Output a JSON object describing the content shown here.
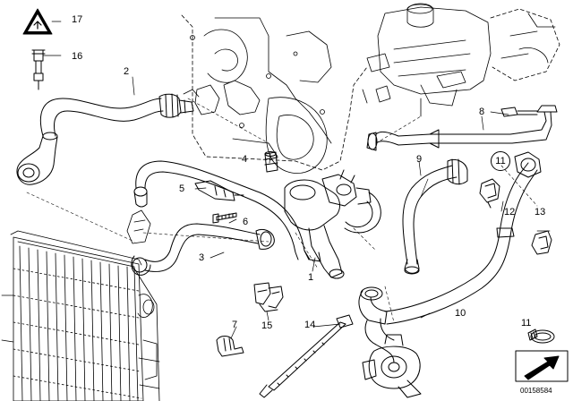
{
  "callouts": {
    "c17": "17",
    "c16": "16",
    "c2": "2",
    "c8": "8",
    "c4": "4",
    "c9": "9",
    "c11_top": "11",
    "c5": "5",
    "c6": "6",
    "c12": "12",
    "c13": "13",
    "c3": "3",
    "c1": "1",
    "c10": "10",
    "c7": "7",
    "c15": "15",
    "c14": "14",
    "c11_bottom": "11"
  },
  "document_id": "00158584",
  "colors": {
    "line": "#000000",
    "background": "#ffffff"
  },
  "icons": {
    "warning": "warning-triangle-icon",
    "arrow": "direction-arrow-icon",
    "clamp": "hose-clamp-icon"
  }
}
